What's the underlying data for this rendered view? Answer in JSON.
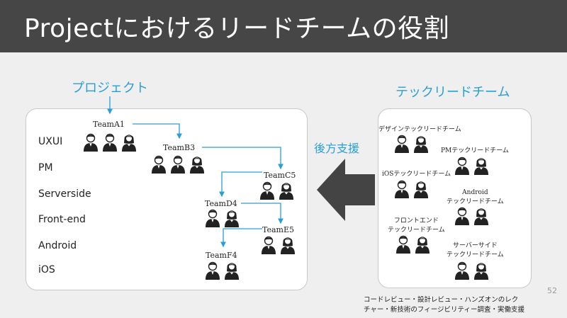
{
  "slide": {
    "title": "Projectにおけるリードチームの役割",
    "page_number": "52"
  },
  "project": {
    "header": "プロジェクト",
    "roles": [
      "UXUI",
      "PM",
      "Serverside",
      "Front-end",
      "Android",
      "iOS"
    ],
    "teams": [
      "TeamA1",
      "TeamB3",
      "TeamC5",
      "TeamD4",
      "TeamE5",
      "TeamF4"
    ]
  },
  "support": {
    "label": "後方支援",
    "arrow_color": "#444444"
  },
  "lead_teams": {
    "header": "テックリードチーム",
    "items": [
      {
        "line1": "デザインテックリードチーム",
        "line2": ""
      },
      {
        "line1": "PMテックリードチーム",
        "line2": ""
      },
      {
        "line1": "iOSテックリードチーム",
        "line2": ""
      },
      {
        "line1": "Android",
        "line2": "テックリードチーム"
      },
      {
        "line1": "フロントエンド",
        "line2": "テックリードチーム"
      },
      {
        "line1": "サーバーサイド",
        "line2": "テックリードチーム"
      }
    ],
    "note_line1": "コードレビュー・設計レビュー・ハンズオンのレク",
    "note_line2": "チャー・新技術のフィージビリティー調査・実働支援"
  },
  "colors": {
    "title_bar": "#464646",
    "accent": "#2a9fd6",
    "connector": "#2a9fd6",
    "background": "#efefef"
  },
  "icons": [
    "man-icon",
    "woman-icon"
  ]
}
